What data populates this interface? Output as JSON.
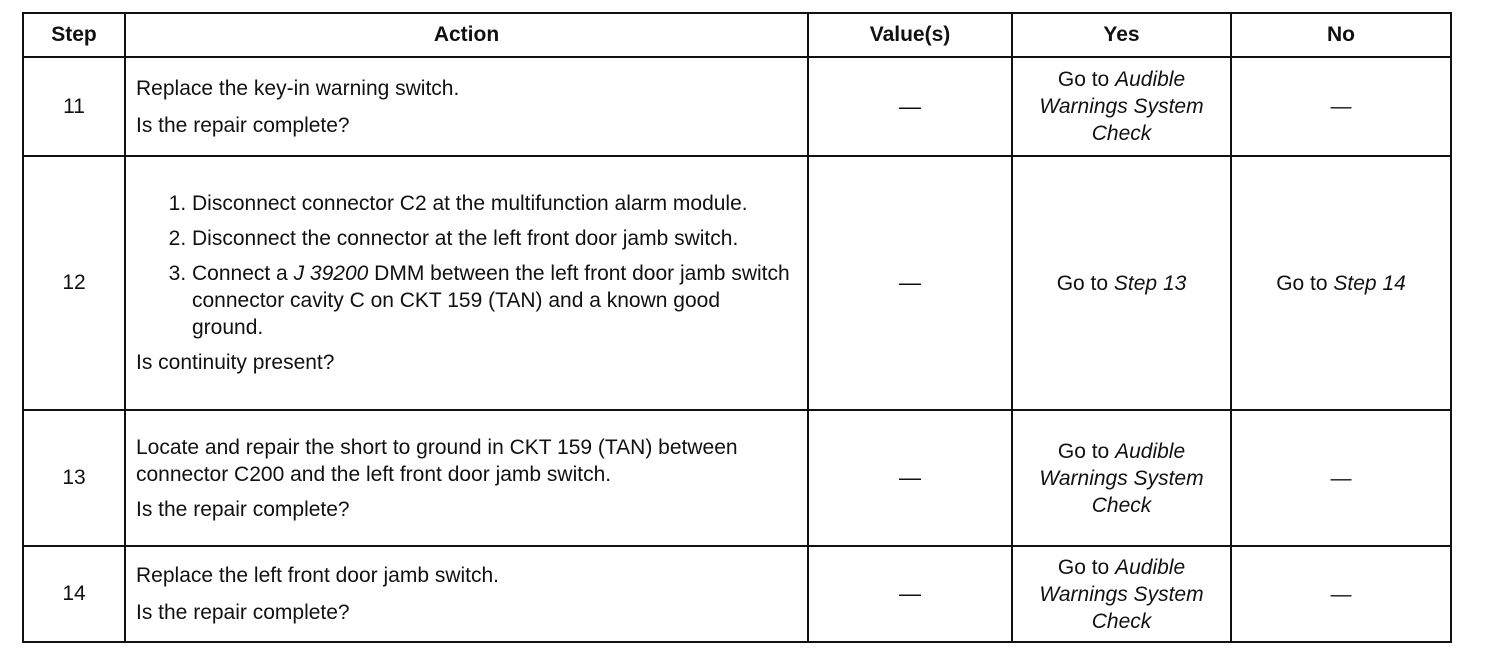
{
  "headers": {
    "step": "Step",
    "action": "Action",
    "values": "Value(s)",
    "yes": "Yes",
    "no": "No"
  },
  "rows": [
    {
      "step": "11",
      "action_text": "Replace the key-in warning switch.",
      "question": "Is the repair complete?",
      "value": "—",
      "yes_prefix": "Go to",
      "yes_link": "Audible Warnings System Check",
      "no": "—"
    },
    {
      "step": "12",
      "sub_steps": [
        {
          "text": "Disconnect connector C2 at the multifunction alarm module."
        },
        {
          "text": "Disconnect the connector at the left front door jamb switch."
        },
        {
          "pre": "Connect a",
          "tool": "J 39200",
          "post": "DMM between the left front door jamb switch connector cavity C on CKT 159 (TAN) and a known good ground."
        }
      ],
      "question": "Is continuity present?",
      "value": "—",
      "yes_prefix": "Go to",
      "yes_link": "Step 13",
      "no_prefix": "Go to",
      "no_link": "Step 14"
    },
    {
      "step": "13",
      "action_text": "Locate and repair the short to ground in CKT 159 (TAN) between connector C200 and the left front door jamb switch.",
      "question": "Is the repair complete?",
      "value": "—",
      "yes_prefix": "Go to",
      "yes_link": "Audible Warnings System Check",
      "no": "—"
    },
    {
      "step": "14",
      "action_text": "Replace the left front door jamb switch.",
      "question": "Is the repair complete?",
      "value": "—",
      "yes_prefix": "Go to",
      "yes_link": "Audible Warnings System Check",
      "no": "—"
    }
  ]
}
